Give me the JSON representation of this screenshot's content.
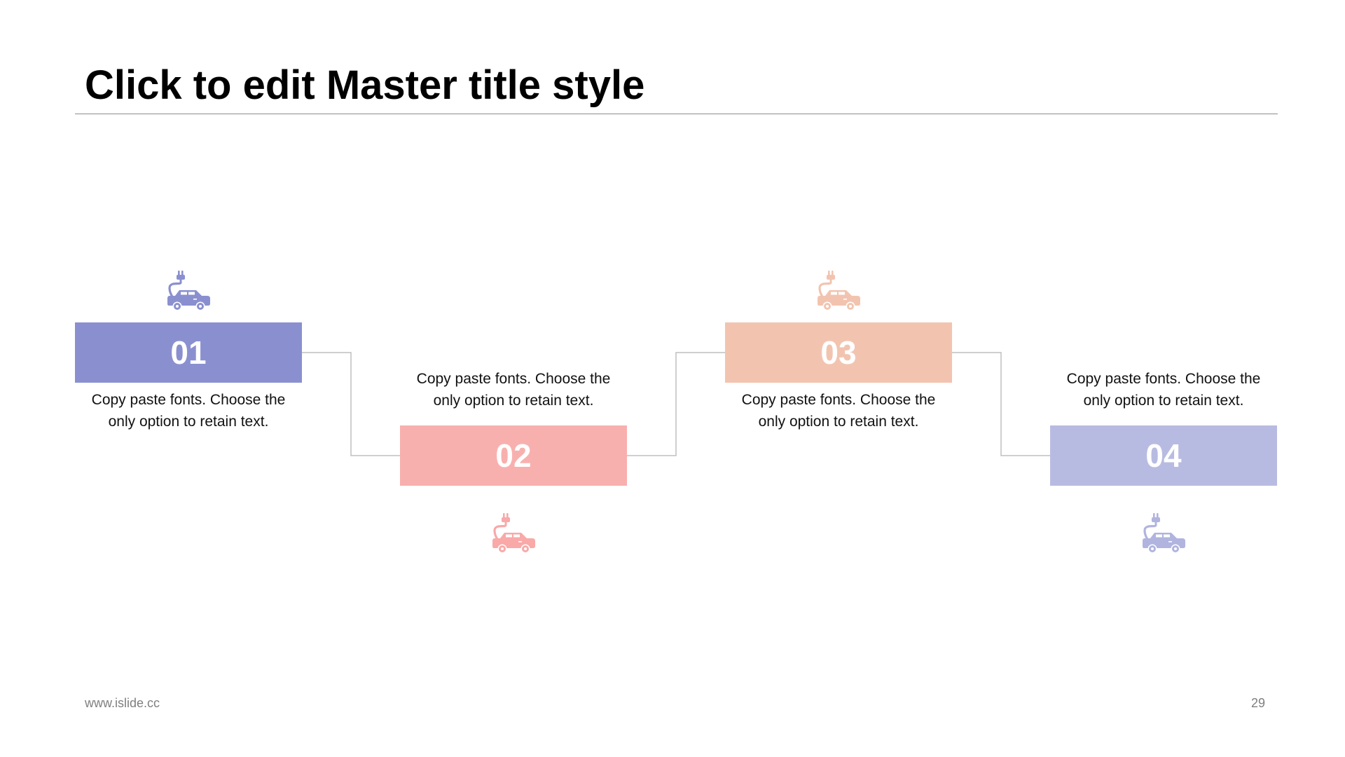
{
  "slide": {
    "title": "Click to edit Master title style",
    "footer_url": "www.islide.cc",
    "page_number": "29"
  },
  "steps": [
    {
      "number": "01",
      "text_line1": "Copy paste fonts. Choose the",
      "text_line2": "only option to retain text.",
      "color": "#8a90cf",
      "icon": "electric-car-icon"
    },
    {
      "number": "02",
      "text_line1": "Copy paste fonts. Choose the",
      "text_line2": "only option to retain text.",
      "color": "#f8b0ae",
      "icon": "electric-car-icon"
    },
    {
      "number": "03",
      "text_line1": "Copy paste fonts. Choose the",
      "text_line2": "only option to retain text.",
      "color": "#f2c4b0",
      "icon": "electric-car-icon"
    },
    {
      "number": "04",
      "text_line1": "Copy paste fonts. Choose the",
      "text_line2": "only option to retain text.",
      "color": "#b8bbe1",
      "icon": "electric-car-icon"
    }
  ]
}
